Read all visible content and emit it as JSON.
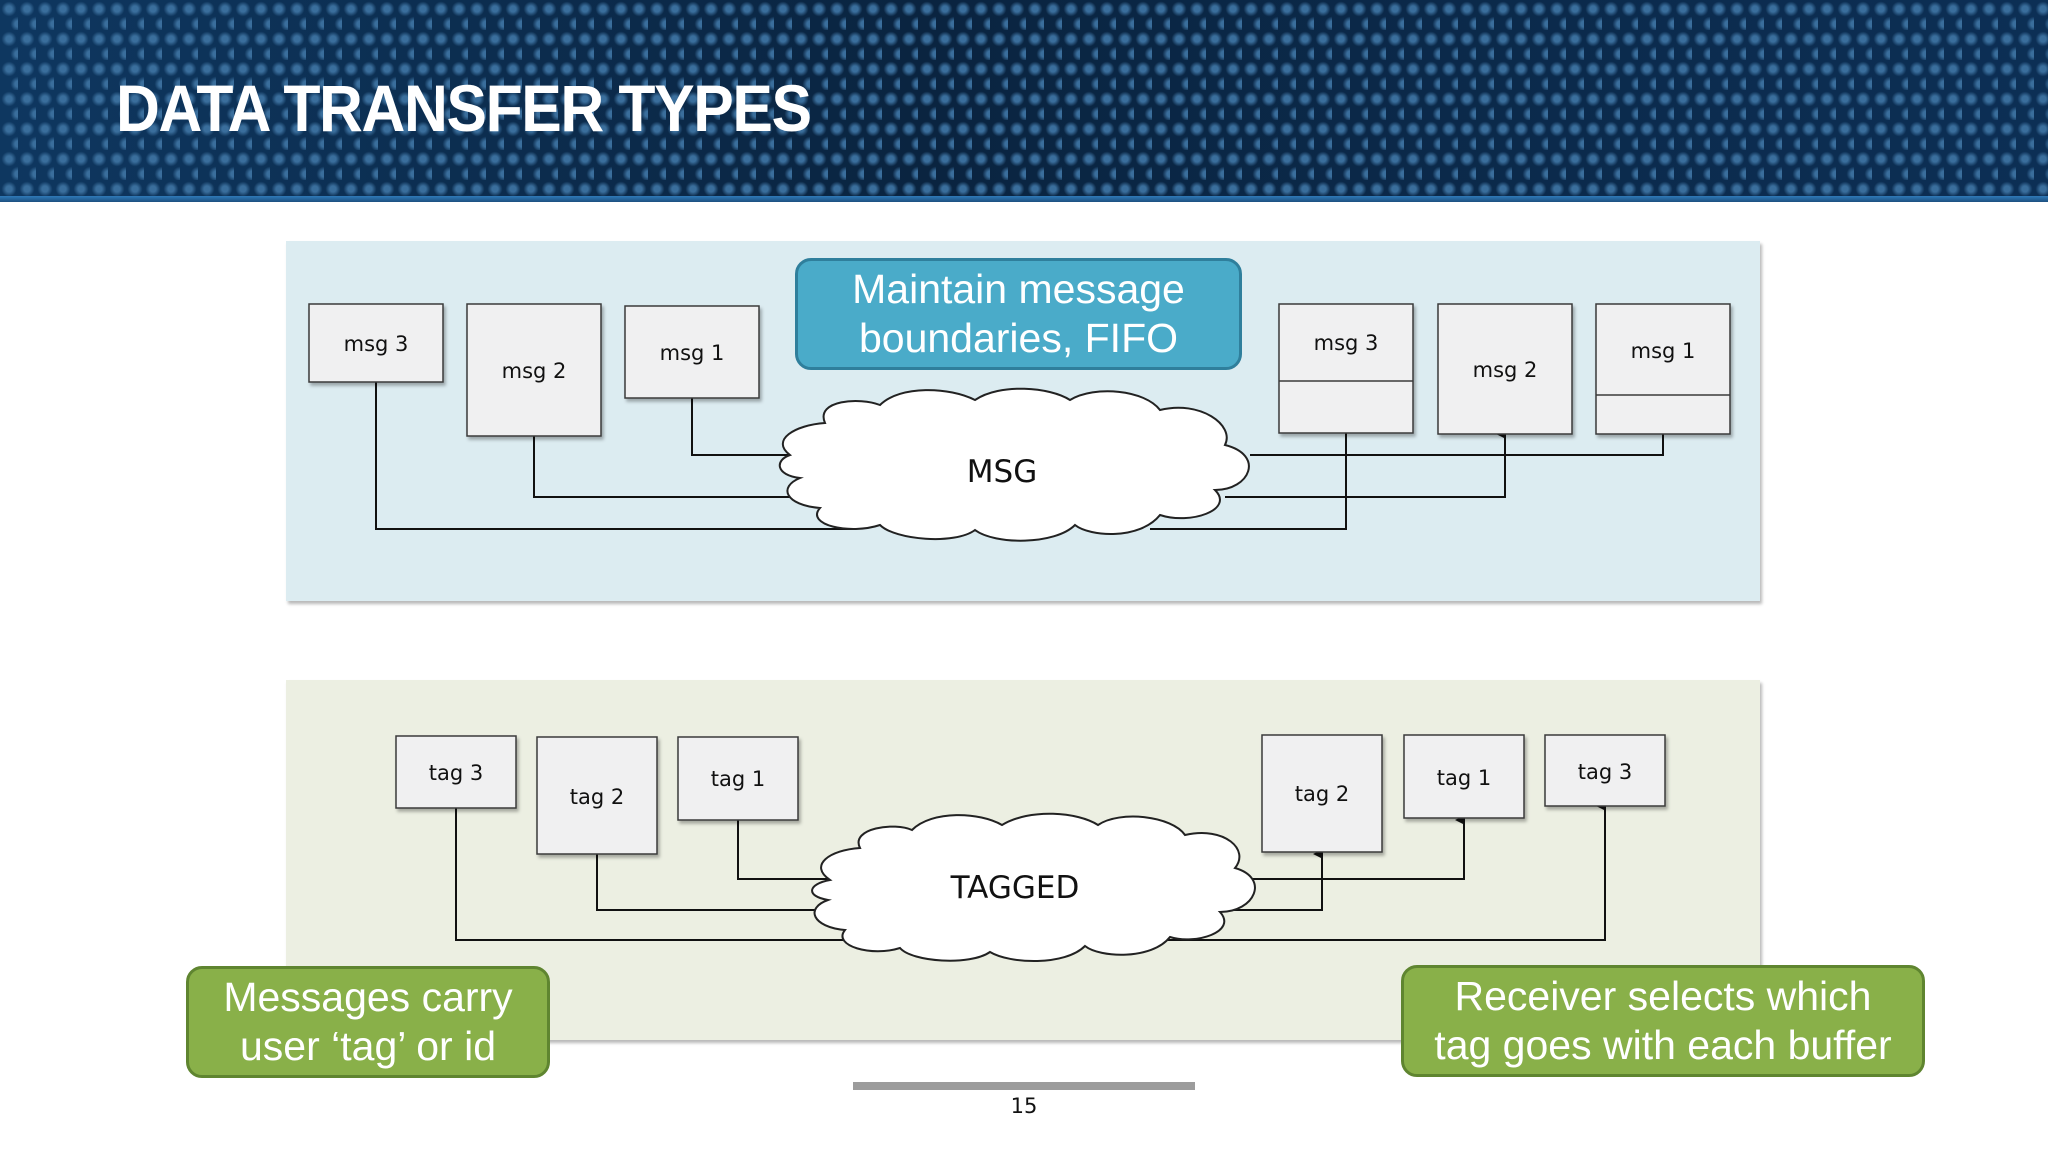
{
  "slide": {
    "title": "DATA TRANSFER TYPES",
    "page_number": "15"
  },
  "msg_diagram": {
    "senders": [
      "msg 3",
      "msg 2",
      "msg 1"
    ],
    "receivers": [
      "msg 3",
      "msg 2",
      "msg 1"
    ],
    "cloud_label": "MSG",
    "callout": {
      "line1": "Maintain message",
      "line2": "boundaries, FIFO"
    }
  },
  "tag_diagram": {
    "senders": [
      "tag 3",
      "tag 2",
      "tag 1"
    ],
    "receivers": [
      "tag 2",
      "tag 1",
      "tag 3"
    ],
    "cloud_label": "TAGGED",
    "callout_left": {
      "line1": "Messages carry",
      "line2": "user ‘tag’ or id"
    },
    "callout_right": {
      "line1": "Receiver selects which",
      "line2": "tag goes with each buffer"
    }
  },
  "colors": {
    "msg_panel": "#dcecf1",
    "tag_panel": "#ecefe2",
    "blue_callout": "#4aabc9",
    "green_callout": "#89b049",
    "header": "#0b2c4f"
  }
}
